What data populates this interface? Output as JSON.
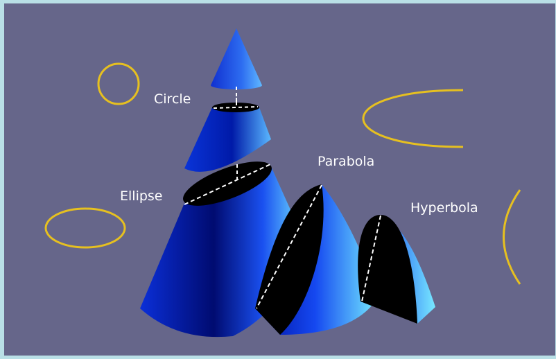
{
  "labels": {
    "circle": "Circle",
    "ellipse": "Ellipse",
    "parabola": "Parabola",
    "hyperbola": "Hyperbola"
  },
  "colors": {
    "frame_border": "#b9dfe6",
    "background": "#66668a",
    "curve": "#e6c020",
    "cone_dark": "#000a6a",
    "cone_mid": "#0a2ee0",
    "cone_light": "#66ddff",
    "section": "#000000",
    "dash": "#ffffff"
  }
}
